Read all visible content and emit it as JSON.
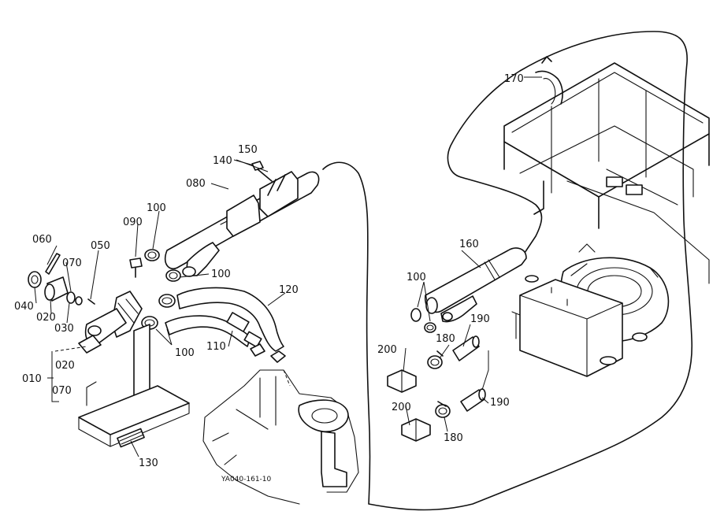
{
  "figure_code": "YA040-161-10",
  "labels": {
    "p010": "010",
    "p020a": "020",
    "p020b": "020",
    "p030": "030",
    "p040": "040",
    "p050": "050",
    "p060": "060",
    "p070a": "070",
    "p070b": "070",
    "p080": "080",
    "p090": "090",
    "p100a": "100",
    "p100b": "100",
    "p100c": "100",
    "p100d": "100",
    "p110": "110",
    "p120": "120",
    "p130": "130",
    "p140": "140",
    "p150": "150",
    "p160": "160",
    "p170": "170",
    "p180a": "180",
    "p180b": "180",
    "p190a": "190",
    "p190b": "190",
    "p200a": "200",
    "p200b": "200"
  }
}
